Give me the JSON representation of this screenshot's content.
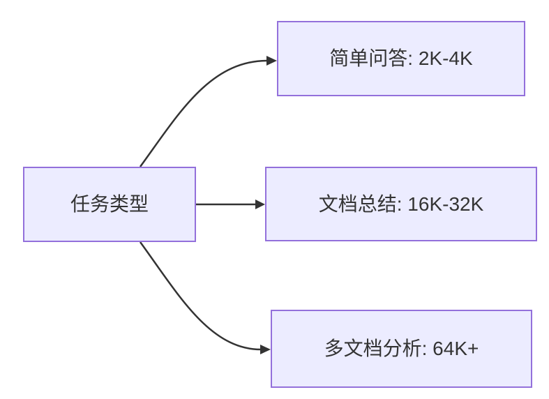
{
  "diagram": {
    "type": "flowchart-LR",
    "background": "#ffffff",
    "nodes": {
      "root": {
        "id": "task-type",
        "label": "任务类型"
      },
      "simple_qa": {
        "id": "simple-qa",
        "label": "简单问答: 2K-4K"
      },
      "doc_summary": {
        "id": "doc-summary",
        "label": "文档总结: 16K-32K"
      },
      "multi_doc": {
        "id": "multi-doc",
        "label": "多文档分析: 64K+"
      }
    },
    "edges": [
      {
        "from": "task-type",
        "to": "simple-qa",
        "style": "curved-up"
      },
      {
        "from": "task-type",
        "to": "doc-summary",
        "style": "straight"
      },
      {
        "from": "task-type",
        "to": "multi-doc",
        "style": "curved-down"
      }
    ],
    "colors": {
      "node_fill": "#ECECFF",
      "node_border": "#9370DB",
      "edge_line": "#333333",
      "text": "#333333"
    }
  }
}
